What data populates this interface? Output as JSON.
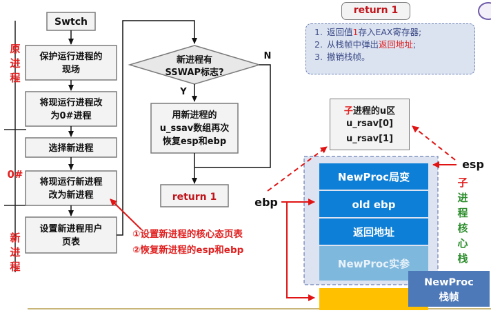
{
  "flowchart": {
    "swtch": "Swtch",
    "step1": [
      "保护运行进程的",
      "现场"
    ],
    "step2": [
      "将现运行进程改",
      "为0#进程"
    ],
    "step3": "选择新进程",
    "step4": [
      "将现运行新进程",
      "改为新进程"
    ],
    "step5": [
      "设置新进程用户",
      "页表"
    ],
    "decision": [
      "新进程有",
      "SSWAP标志?"
    ],
    "yes": "Y",
    "no": "N",
    "restore": [
      "用新进程的",
      "u_ssav数组再次",
      "恢复esp和ebp"
    ],
    "return_label": "return 1"
  },
  "side_labels": {
    "origin": [
      "原",
      "进",
      "程"
    ],
    "zero": "0#",
    "new": [
      "新",
      "进",
      "程"
    ]
  },
  "annotation": {
    "line1": "①设置新进程的核心态页表",
    "line2": "②恢复新进程的esp和ebp"
  },
  "return_box": {
    "title": "return 1",
    "items": [
      {
        "num": "1.",
        "pre": "返回值",
        "red": "1",
        "post": "存入EAX寄存器;"
      },
      {
        "num": "2.",
        "pre": "从栈帧中弹出",
        "red": "返回地址",
        "post": ";"
      },
      {
        "num": "3.",
        "pre": "撤销栈帧。",
        "red": "",
        "post": ""
      }
    ]
  },
  "uarea": {
    "title_red": "子",
    "title_rest": "进程的u区",
    "rows": [
      "u_rsav[0]",
      "u_rsav[1]"
    ]
  },
  "stack": {
    "cells": [
      "NewProc局变",
      "old ebp",
      "返回地址",
      "NewProc实参"
    ],
    "esp": "esp",
    "ebp": "ebp",
    "vertical_label": [
      "子",
      "进",
      "程",
      "核",
      "心",
      "栈"
    ],
    "badge": [
      "NewProc",
      "栈帧"
    ]
  },
  "colors": {
    "box_fill": "#f3f3f3",
    "stack_blue": "#0e7fd6",
    "stack_faded": "#7fb8dd",
    "stack_yellow": "#ffc000",
    "arrow_red": "#e01414",
    "green": "#2d8e2d",
    "badge": "#4e79b8"
  }
}
